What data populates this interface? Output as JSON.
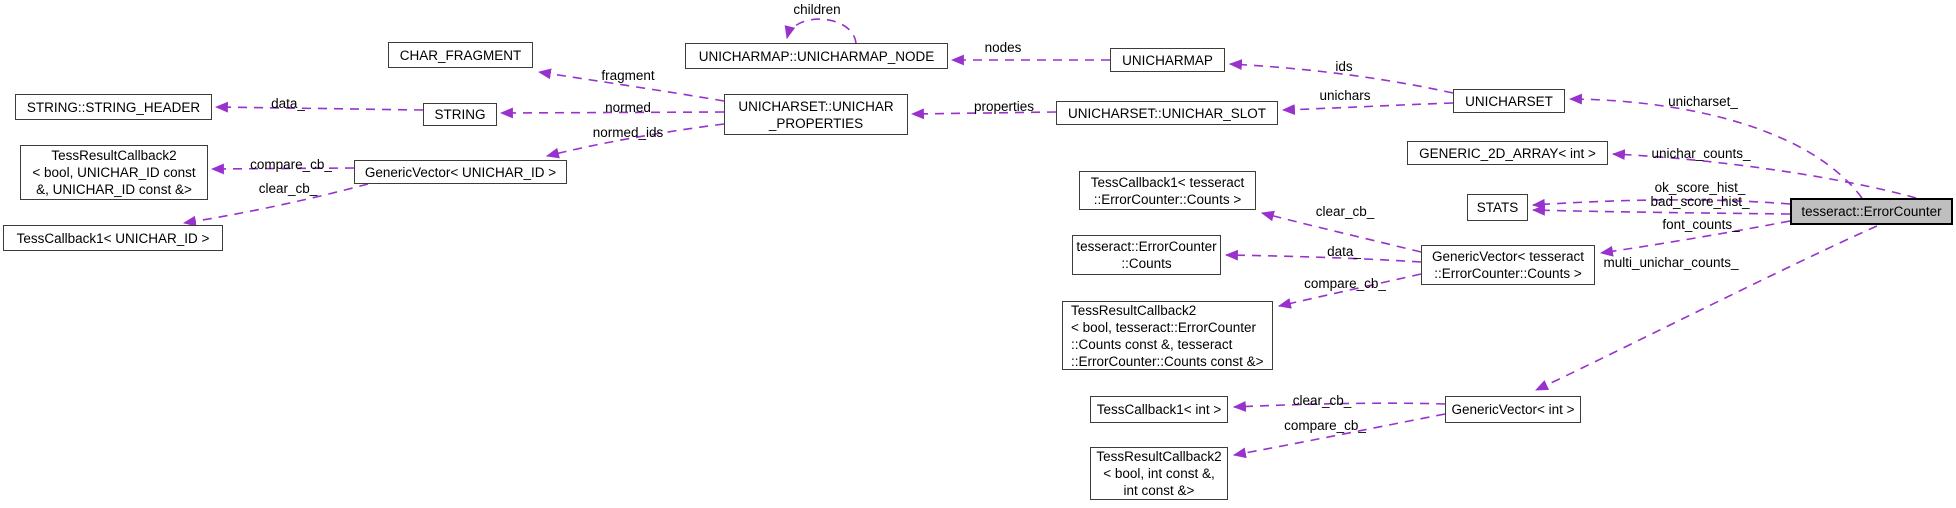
{
  "diagram": {
    "accent_color": "#9932cc",
    "main_node_fill": "#bfbfbf",
    "nodes": {
      "unicharmap_node": {
        "label": "UNICHARMAP::UNICHARMAP_NODE"
      },
      "unicharmap": {
        "label": "UNICHARMAP"
      },
      "char_fragment": {
        "label": "CHAR_FRAGMENT"
      },
      "string_header": {
        "label": "STRING::STRING_HEADER"
      },
      "string": {
        "label": "STRING"
      },
      "unichar_properties": {
        "label": "UNICHARSET::UNICHAR\n_PROPERTIES"
      },
      "unichar_slot": {
        "label": "UNICHARSET::UNICHAR_SLOT"
      },
      "unicharset": {
        "label": "UNICHARSET"
      },
      "tess_result_cb2_unichar": {
        "label": "TessResultCallback2\n< bool, UNICHAR_ID const\n&, UNICHAR_ID const &>"
      },
      "generic_vector_unichar_id": {
        "label": "GenericVector< UNICHAR_ID >"
      },
      "tess_callback1_unichar_id": {
        "label": "TessCallback1< UNICHAR_ID >"
      },
      "generic_2d_array_int": {
        "label": "GENERIC_2D_ARRAY< int >"
      },
      "stats": {
        "label": "STATS"
      },
      "tess_callback1_counts": {
        "label": "TessCallback1< tesseract\n::ErrorCounter::Counts >"
      },
      "error_counter_counts": {
        "label": "tesseract::ErrorCounter\n::Counts"
      },
      "generic_vector_counts": {
        "label": "GenericVector< tesseract\n::ErrorCounter::Counts >"
      },
      "tess_result_cb2_counts": {
        "label": "TessResultCallback2\n< bool, tesseract::ErrorCounter\n::Counts const &, tesseract\n::ErrorCounter::Counts const &>"
      },
      "tess_callback1_int": {
        "label": "TessCallback1< int >"
      },
      "generic_vector_int": {
        "label": "GenericVector< int >"
      },
      "tess_result_cb2_int": {
        "label": "TessResultCallback2\n< bool, int const &,\nint const &>"
      },
      "error_counter": {
        "label": "tesseract::ErrorCounter"
      }
    },
    "edge_labels": {
      "children": "children",
      "nodes": "nodes",
      "ids": "ids",
      "unichars": "unichars",
      "properties": "properties",
      "fragment": "fragment",
      "normed": "normed",
      "normed_ids": "normed_ids",
      "data_string": "data_",
      "compare_cb_uid": "compare_cb_",
      "clear_cb_uid": "clear_cb_",
      "unicharset_": "unicharset_",
      "unichar_counts_": "unichar_counts_",
      "ok_score_hist_": "ok_score_hist_",
      "bad_score_hist_": "bad_score_hist_",
      "font_counts_": "font_counts_",
      "multi_unichar_counts_": "multi_unichar_counts_",
      "clear_cb_counts": "clear_cb_",
      "data_counts": "data_",
      "compare_cb_counts": "compare_cb_",
      "clear_cb_int": "clear_cb_",
      "compare_cb_int": "compare_cb_"
    }
  }
}
